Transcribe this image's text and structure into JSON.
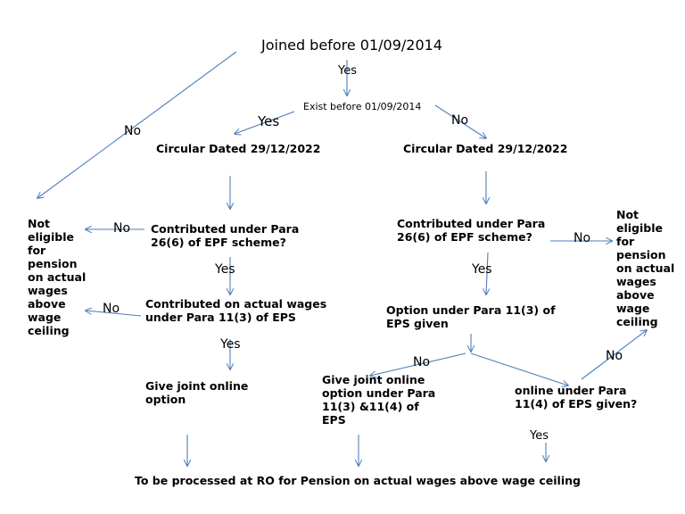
{
  "title": "Joined before 01/09/2014",
  "exist_question": "Exist before 01/09/2014",
  "circular_left": "Circular Dated 29/12/2022",
  "circular_right": "Circular Dated 29/12/2022",
  "contributed_26_6_left": "Contributed under Para 26(6) of EPF scheme?",
  "contributed_26_6_right": "Contributed under Para 26(6) of EPF scheme?",
  "contributed_actual_wages": "Contributed on actual wages under Para 11(3) of EPS",
  "give_joint_option": "Give joint online option",
  "option_11_3_given": "Option under Para 11(3) of EPS given",
  "give_joint_option_11_3_11_4": "Give joint online option under Para 11(3) &11(4) of EPS",
  "online_11_4_given": "online under Para 11(4) of EPS given?",
  "not_eligible_left": "Not eligible for pension on actual wages above wage ceiling",
  "not_eligible_right": "Not eligible for pension on actual wages above wage ceiling",
  "final_outcome": "To be processed at RO for Pension on actual wages above wage ceiling",
  "labels": {
    "yes_top": "Yes",
    "yes_left_branch": "Yes",
    "no_right_branch": "No",
    "no_left_diagonal": "No",
    "no_26_6_left": "No",
    "yes_26_6_left": "Yes",
    "no_actual_wages": "No",
    "yes_actual_wages": "Yes",
    "yes_26_6_right": "Yes",
    "no_26_6_right": "No",
    "no_option_11_3": "No",
    "no_online_11_4": "No",
    "yes_online_11_4": "Yes"
  },
  "colors": {
    "arrow": "#4a7ebb",
    "text": "#000000"
  }
}
